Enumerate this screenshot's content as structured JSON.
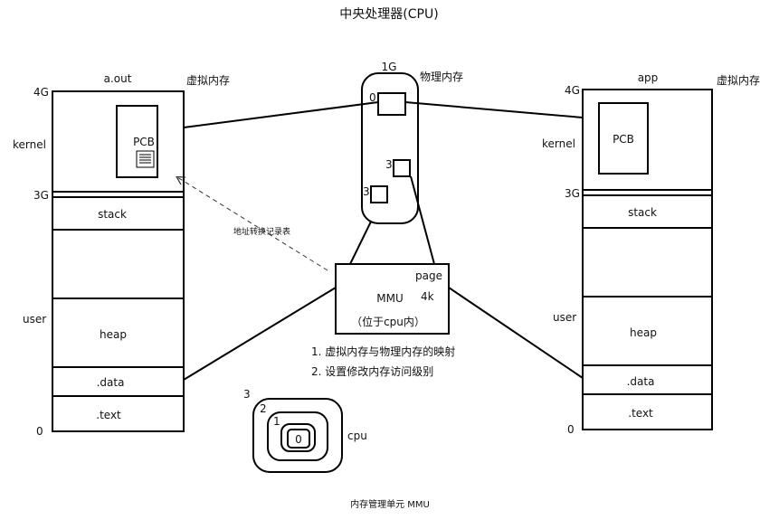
{
  "title": "中央处理器(CPU)",
  "caption": "内存管理单元 MMU",
  "left_process": {
    "name": "a.out",
    "vm_label": "虚拟内存",
    "addr_4g": "4G",
    "addr_3g": "3G",
    "addr_0": "0",
    "kernel_label": "kernel",
    "user_label": "user",
    "pcb_label": "PCB",
    "segments": {
      "stack": "stack",
      "heap": "heap",
      "data": ".data",
      "text": ".text"
    }
  },
  "right_process": {
    "name": "app",
    "vm_label": "虚拟内存",
    "addr_4g": "4G",
    "addr_3g": "3G",
    "addr_0": "0",
    "kernel_label": "kernel",
    "user_label": "user",
    "pcb_label": "PCB",
    "segments": {
      "stack": "stack",
      "heap": "heap",
      "data": ".data",
      "text": ".text"
    }
  },
  "physical_memory": {
    "size_label": "1G",
    "label": "物理内存",
    "page_labels": [
      "0",
      "3",
      "3"
    ]
  },
  "mmu": {
    "page_label": "page",
    "page_size": "4k",
    "name": "MMU",
    "location": "（位于cpu内）"
  },
  "mapping_table_label": "地址转换记录表",
  "mmu_functions": [
    "1. 虚拟内存与物理内存的映射",
    "2. 设置修改内存访问级别"
  ],
  "cpu_rings": {
    "levels": [
      "3",
      "2",
      "1",
      "0"
    ],
    "label": "cpu"
  }
}
